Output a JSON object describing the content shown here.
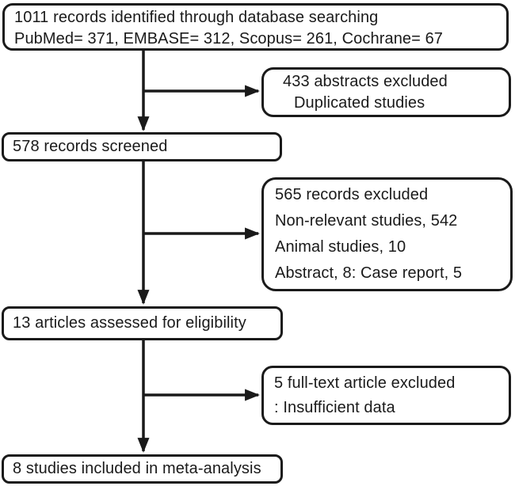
{
  "colors": {
    "background": "#ffffff",
    "ink": "#1a1a1a"
  },
  "boxes": {
    "identified": {
      "lines": [
        "1011 records identified through database searching",
        "PubMed= 371, EMBASE= 312, Scopus= 261, Cochrane= 67"
      ]
    },
    "excluded_abstracts": {
      "lines": [
        "433 abstracts excluded",
        "Duplicated studies"
      ]
    },
    "screened": {
      "lines": [
        "578 records screened"
      ]
    },
    "excluded_records": {
      "lines": [
        "565 records excluded",
        "Non-relevant studies, 542",
        "Animal studies, 10",
        "Abstract, 8: Case report, 5"
      ]
    },
    "eligibility": {
      "lines": [
        "13 articles assessed for eligibility"
      ]
    },
    "excluded_fulltext": {
      "lines": [
        "5 full-text article excluded",
        ": Insufficient data"
      ]
    },
    "included": {
      "lines": [
        "8 studies included in meta-analysis"
      ]
    }
  }
}
